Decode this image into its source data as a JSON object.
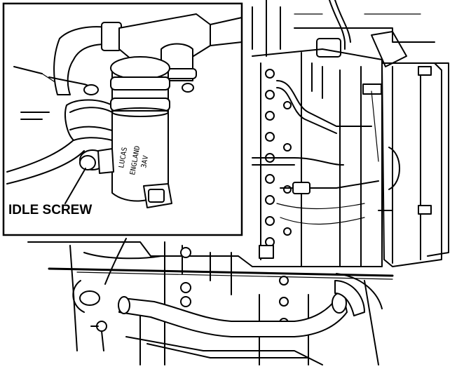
{
  "callout": {
    "label": "IDLE SCREW"
  },
  "housing_stamp": {
    "lines": [
      "LUCAS",
      "ENGLAND",
      "3AV"
    ]
  },
  "colors": {
    "ink": "#000000",
    "paper": "#ffffff"
  }
}
